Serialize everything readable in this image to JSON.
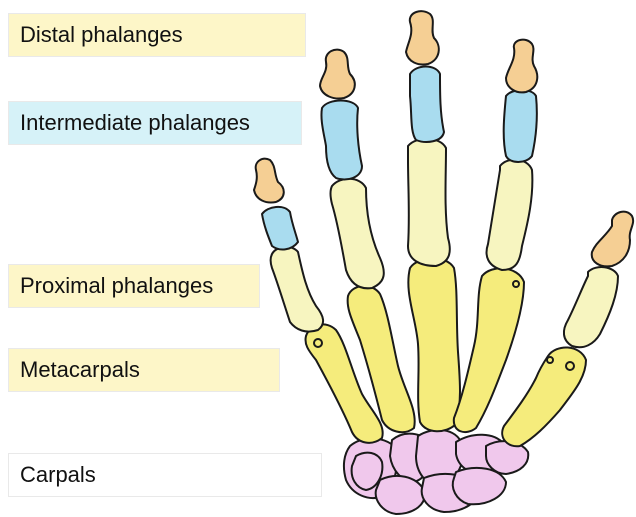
{
  "labels": {
    "distal": "Distal phalanges",
    "intermediate": "Intermediate phalanges",
    "proximal": "Proximal phalanges",
    "metacarpals": "Metacarpals",
    "carpals": "Carpals"
  },
  "colors": {
    "distal_label_bg": "#fdf6c8",
    "intermediate_label_bg": "#d6f2f8",
    "proximal_label_bg": "#fdf6c8",
    "metacarpals_label_bg": "#fdf6c8",
    "carpals_label_bg": "#ffffff",
    "distal_bone": "#f5cf94",
    "intermediate_bone": "#a9dcef",
    "proximal_bone": "#f7f5c0",
    "metacarpal_bone": "#f5ec7c",
    "carpal_bone": "#f0c8ec"
  }
}
